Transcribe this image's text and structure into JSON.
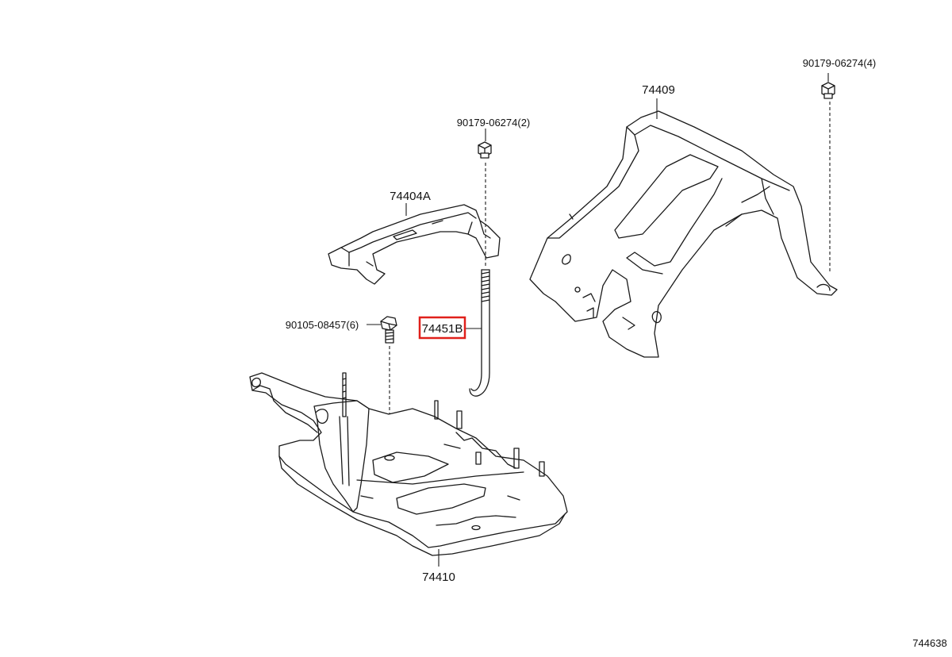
{
  "parts": {
    "nut_top_right": "90179-06274(4)",
    "bracket_top": "74409",
    "nut_center": "90179-06274(2)",
    "clamp": "74404A",
    "bolt": "90105-08457(6)",
    "rod_highlighted": "74451B",
    "tray": "74410"
  },
  "diagram_id": "744638",
  "highlight_color": "#e0201b"
}
